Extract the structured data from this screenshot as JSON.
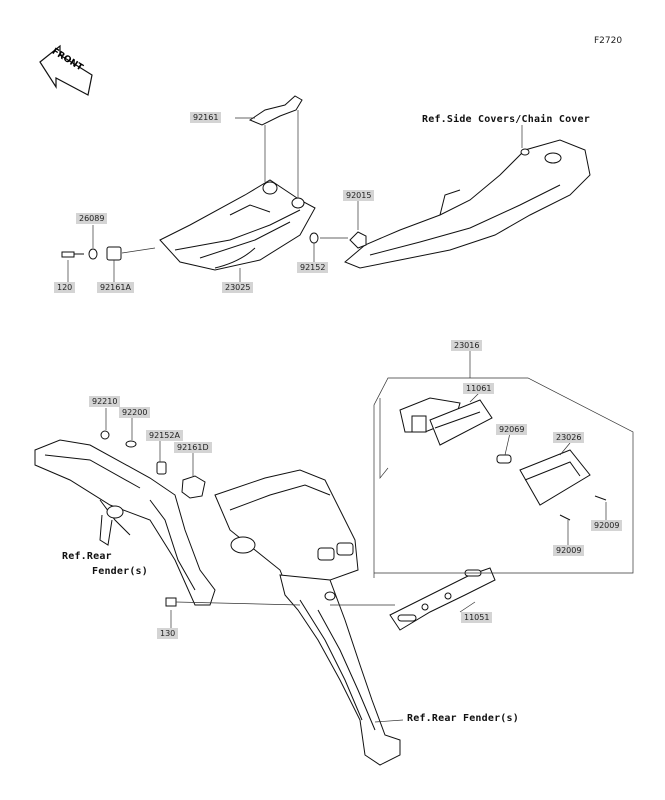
{
  "diagram_code": "F2720",
  "direction_label": "FRONT",
  "references": {
    "side_covers": "Ref.Side Covers/Chain Cover",
    "rear_fender_left_line1": "Ref.Rear",
    "rear_fender_left_line2": "Fender(s)",
    "rear_fender_bottom": "Ref.Rear Fender(s)"
  },
  "part_labels": {
    "p92161": "92161",
    "p26089": "26089",
    "p92015": "92015",
    "p120": "120",
    "p92161A": "92161A",
    "p23025": "23025",
    "p92152": "92152",
    "p23016": "23016",
    "p11061": "11061",
    "p92210": "92210",
    "p92200": "92200",
    "p92152A": "92152A",
    "p92161D": "92161D",
    "p92069": "92069",
    "p23026": "23026",
    "p92009a": "92009",
    "p92009b": "92009",
    "p130": "130",
    "p11051": "11051"
  }
}
